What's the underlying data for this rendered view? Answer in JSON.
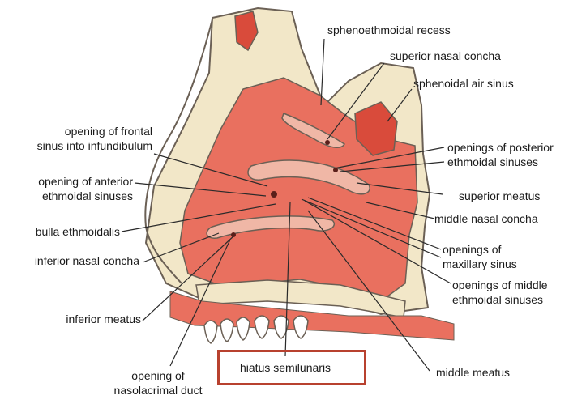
{
  "colors": {
    "cavity": "#e9705f",
    "bone": "#f2e7c8",
    "bone_outline": "#6b6055",
    "sinus": "#d94b3b",
    "highlight": "#b8412f",
    "leader": "#2a2a2a"
  },
  "labels": {
    "sphenoethmoidal_recess": "sphenoethmoidal recess",
    "superior_nasal_concha": "superior nasal concha",
    "sphenoidal_air_sinus": "sphenoidal air sinus",
    "opening_frontal_sinus_1": "opening of frontal",
    "opening_frontal_sinus_2": "sinus into infundibulum",
    "openings_posterior_ethmoidal_1": "openings of posterior",
    "openings_posterior_ethmoidal_2": "ethmoidal sinuses",
    "opening_anterior_ethmoidal_1": "opening of anterior",
    "opening_anterior_ethmoidal_2": "ethmoidal sinuses",
    "superior_meatus": "superior meatus",
    "middle_nasal_concha": "middle nasal concha",
    "bulla_ethmoidalis": "bulla ethmoidalis",
    "openings_maxillary_1": "openings of",
    "openings_maxillary_2": "maxillary sinus",
    "inferior_nasal_concha": "inferior nasal concha",
    "openings_middle_ethmoidal_1": "openings of middle",
    "openings_middle_ethmoidal_2": "ethmoidal sinuses",
    "inferior_meatus": "inferior meatus",
    "hiatus_semilunaris": "hiatus semilunaris",
    "middle_meatus": "middle meatus",
    "opening_nasolacrimal_1": "opening of",
    "opening_nasolacrimal_2": "nasolacrimal duct"
  }
}
